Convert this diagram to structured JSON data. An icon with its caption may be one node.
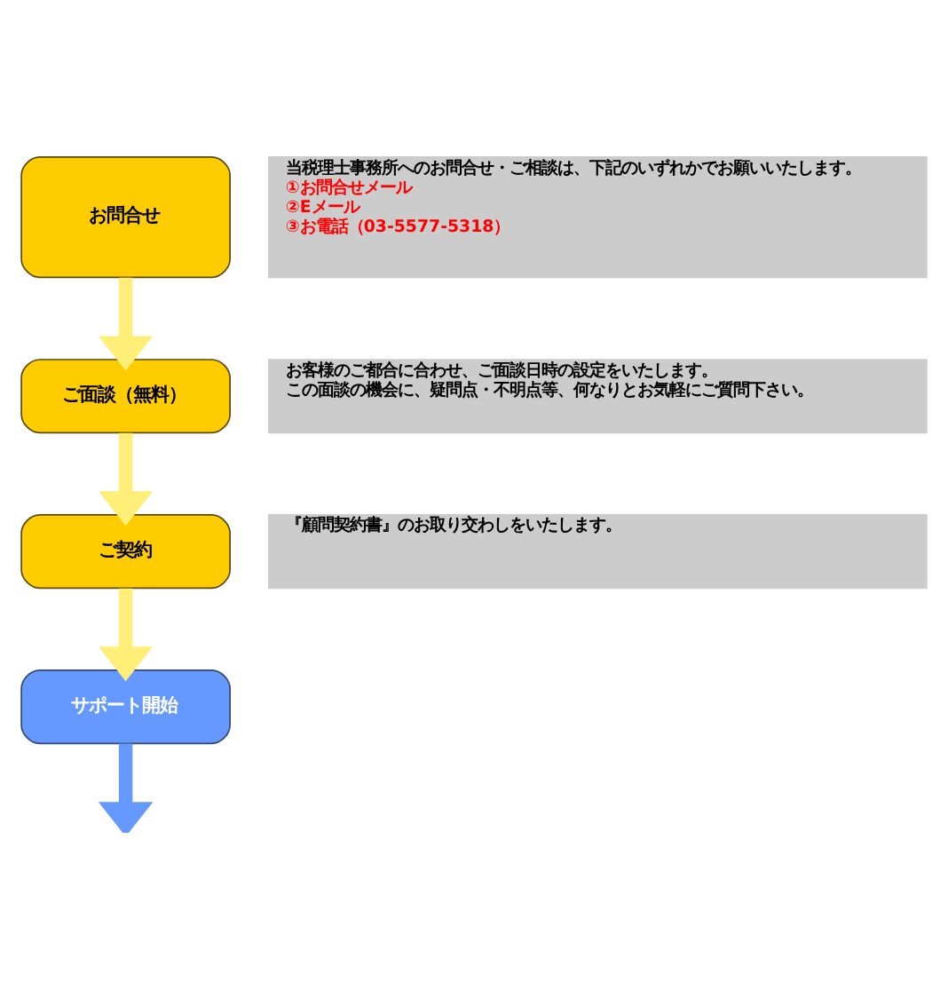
{
  "diagram": {
    "nodes": [
      {
        "text": [
          "お問合せ"
        ]
      },
      {
        "text": [
          "当税理士事務所へのお問合せ・ご相談は、下記のいずれかでお願いいたします。",
          "①お問合せメール",
          "②Eメール",
          "③お電話（03-5577-5318）"
        ]
      },
      {
        "text": [
          "ご面談（無料）"
        ]
      },
      {
        "text": [
          "お客様のご都合に合わせ、ご面談日時の設定をいたします。",
          "この面談の機会に、疑問点・不明点等、何なりとお気軽にご質問下さい。"
        ]
      },
      {
        "text": [
          "ご契約"
        ]
      },
      {
        "text": [
          "『顧問契約書』のお取り交わしをいたします。"
        ]
      },
      {
        "text": [
          "サポート開始"
        ]
      }
    ],
    "edges": [
      {
        "from": 0,
        "to": 2,
        "arrow": "to"
      },
      {
        "from": 2,
        "to": 4,
        "arrow": "to"
      },
      {
        "from": 4,
        "to": 6,
        "arrow": "to"
      },
      {
        "from": 6,
        "to": null,
        "arrow": "to",
        "color": "#6699ff"
      }
    ]
  }
}
